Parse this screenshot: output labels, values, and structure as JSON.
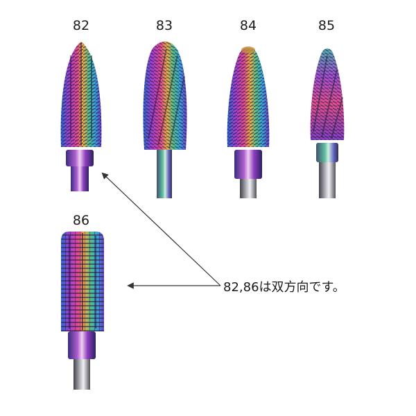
{
  "labels": {
    "bit_82": "82",
    "bit_83": "83",
    "bit_84": "84",
    "bit_85": "85",
    "bit_86": "86"
  },
  "annotation": {
    "text": "82,86は双方向です。"
  },
  "colors": {
    "background": "#ffffff",
    "text": "#1a1a1a",
    "arrow": "#333333",
    "rainbow_blue": "#3aa0e0",
    "rainbow_purple": "#a040d0",
    "rainbow_magenta": "#e040a0",
    "rainbow_gold": "#e0b040",
    "rainbow_green": "#50c090"
  },
  "icons": {
    "bit_82": "tapered-carbide-drill-bit-icon",
    "bit_83": "flame-carbide-drill-bit-icon",
    "bit_84": "cone-carbide-drill-bit-icon",
    "bit_85": "slim-cone-carbide-drill-bit-icon",
    "bit_86": "barrel-carbide-drill-bit-icon",
    "arrow_up": "arrow-up-left-icon",
    "arrow_left": "arrow-left-icon"
  }
}
